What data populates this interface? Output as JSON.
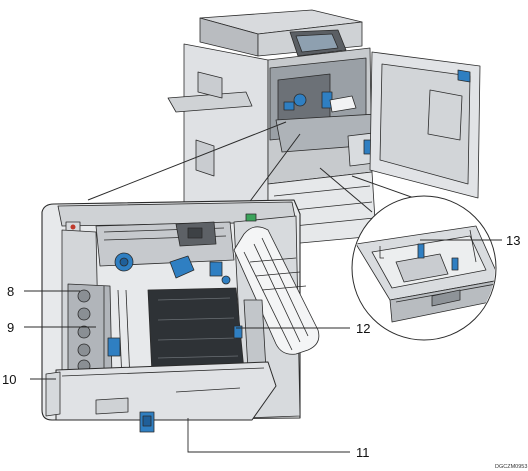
{
  "figure": {
    "code": "DGCZM0953",
    "callouts": [
      {
        "number": "8"
      },
      {
        "number": "9"
      },
      {
        "number": "10"
      },
      {
        "number": "11"
      },
      {
        "number": "12"
      },
      {
        "number": "13"
      }
    ],
    "colors": {
      "accent_blue": "#2f7fc2",
      "machine_light": "#e4e6e8",
      "machine_mid": "#c9ccd0",
      "machine_dark": "#55595e",
      "outline": "#2b2b2b"
    }
  }
}
